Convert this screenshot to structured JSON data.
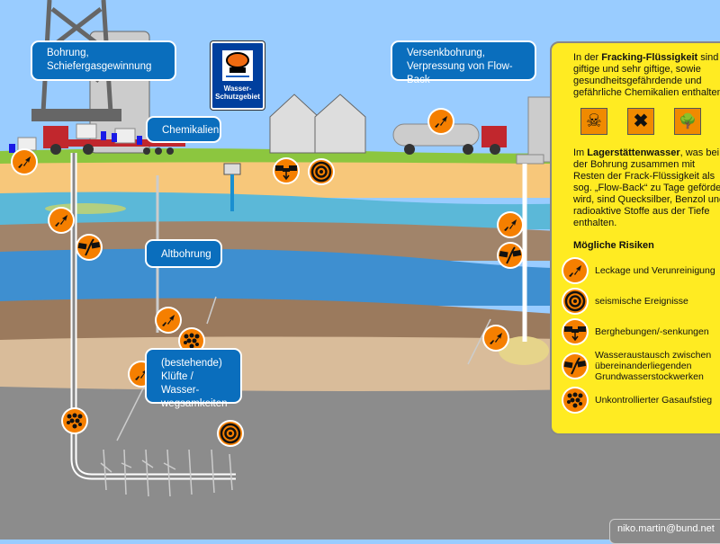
{
  "labels": {
    "drilling": "Bohrung, Schiefergasgewinnung",
    "chemicals": "Chemikalien",
    "old_well": "Altbohrung",
    "fractures": "(bestehende) Klüfte / Wasser-wegsamkeiten",
    "injection": "Versenkbohrung, Verpressung von Flow-Back"
  },
  "sign": {
    "line1": "Wasser-",
    "line2": "Schutzgebiet"
  },
  "panel": {
    "p1_pre": "In der ",
    "p1_bold": "Fracking-Flüssigkeit",
    "p1_post": " sind giftige und sehr giftige, sowie gesundheitsgefährdende und gefährliche Chemikalien enthalten.",
    "hazards": [
      "toxic-icon",
      "harmful-icon",
      "environment-hazard-icon"
    ],
    "p2_pre": "Im ",
    "p2_bold": "Lagerstättenwasser",
    "p2_post": ", was bei der Bohrung zusammen mit Resten der Frack-Flüssigkeit als sog. „Flow-Back“ zu Tage gefördert wird, sind Quecksilber, Benzol und radioaktive Stoffe aus der Tiefe enthalten.",
    "risks_title": "Mögliche Risiken",
    "risks": [
      {
        "icon": "leak-icon",
        "label": "Leckage und Verunreinigung"
      },
      {
        "icon": "seismic-icon",
        "label": "seismische Ereignisse"
      },
      {
        "icon": "subsidence-icon",
        "label": "Berghebungen/-senkungen"
      },
      {
        "icon": "water-exchange-icon",
        "label": "Wasseraustausch zwischen übereinanderliegenden Grundwasserstockwerken"
      },
      {
        "icon": "gas-rise-icon",
        "label": "Unkontrollierter Gasaufstieg"
      }
    ]
  },
  "colors": {
    "label_bg": "#0a6ebd",
    "panel_bg": "#ffeb22",
    "icon_orange": "#f57f00"
  },
  "footer": "niko.martin@bund.net"
}
